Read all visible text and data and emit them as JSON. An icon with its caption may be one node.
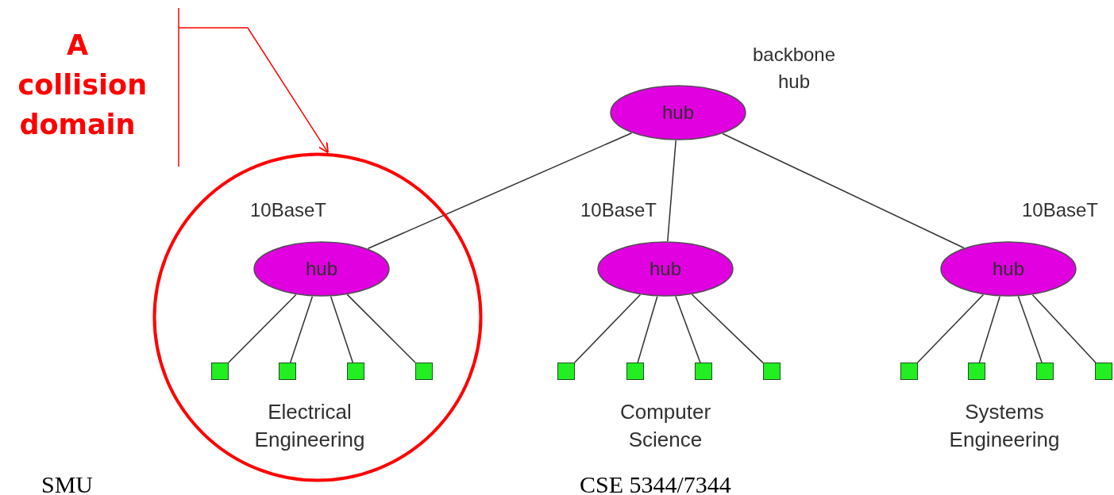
{
  "diagram": {
    "nodes": [
      {
        "text": [
          "A collision domain"
        ]
      },
      {
        "text": [
          "hub"
        ],
        "beside": [
          "backbone hub"
        ]
      },
      {
        "text": [],
        "shape": "circle"
      },
      {
        "text": [
          "hub"
        ],
        "in": 2,
        "beside": [
          "10BaseT"
        ]
      },
      {
        "text": [],
        "shape": "box",
        "in": 2
      },
      {
        "text": [],
        "shape": "box",
        "in": 2
      },
      {
        "text": [],
        "shape": "box",
        "in": 2
      },
      {
        "text": [],
        "shape": "box",
        "in": 2
      },
      {
        "text": [
          "hub"
        ],
        "beside": [
          "10BaseT"
        ]
      },
      {
        "text": [],
        "shape": "box"
      },
      {
        "text": [],
        "shape": "box"
      },
      {
        "text": [],
        "shape": "box"
      },
      {
        "text": [],
        "shape": "box"
      },
      {
        "text": [
          "hub"
        ],
        "beside": [
          "10BaseT"
        ]
      },
      {
        "text": [],
        "shape": "box"
      },
      {
        "text": [],
        "shape": "box"
      },
      {
        "text": [],
        "shape": "box"
      },
      {
        "text": [],
        "shape": "box"
      }
    ],
    "edges": [
      {
        "from": 0,
        "to": 2,
        "arrow": "to",
        "color": "#ff0000"
      },
      {
        "from": 1,
        "to": 3,
        "arrow": "none"
      },
      {
        "from": 1,
        "to": 8,
        "arrow": "none"
      },
      {
        "from": 1,
        "to": 13,
        "arrow": "none"
      },
      {
        "from": 3,
        "to": 4,
        "arrow": "none"
      },
      {
        "from": 3,
        "to": 5,
        "arrow": "none"
      },
      {
        "from": 3,
        "to": 6,
        "arrow": "none"
      },
      {
        "from": 3,
        "to": 7,
        "arrow": "none"
      },
      {
        "from": 8,
        "to": 9,
        "arrow": "none"
      },
      {
        "from": 8,
        "to": 10,
        "arrow": "none"
      },
      {
        "from": 8,
        "to": 11,
        "arrow": "none"
      },
      {
        "from": 8,
        "to": 12,
        "arrow": "none"
      },
      {
        "from": 13,
        "to": 14,
        "arrow": "none"
      },
      {
        "from": 13,
        "to": 15,
        "arrow": "none"
      },
      {
        "from": 13,
        "to": 16,
        "arrow": "none"
      },
      {
        "from": 13,
        "to": 17,
        "arrow": "none"
      }
    ],
    "labels": [
      "Electrical Engineering",
      "Computer Science",
      "Systems Engineering",
      "SMU",
      "CSE 5344/7344"
    ]
  }
}
